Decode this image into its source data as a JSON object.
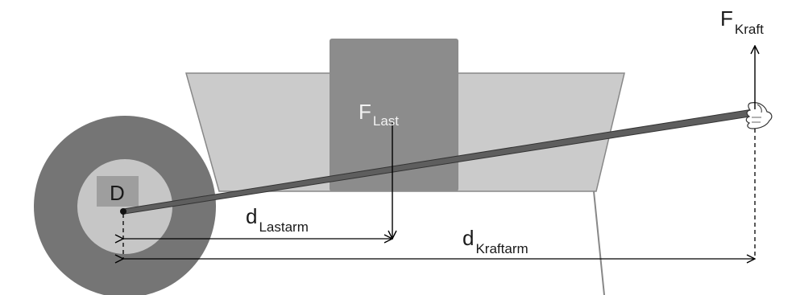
{
  "labels": {
    "pivot": "D",
    "force_load": {
      "main": "F",
      "sub": "Last"
    },
    "force_effort": {
      "main": "F",
      "sub": "Kraft"
    },
    "load_arm": {
      "main": "d",
      "sub": "Lastarm"
    },
    "effort_arm": {
      "main": "d",
      "sub": "Kraftarm"
    }
  },
  "colors": {
    "wheel_outer": "#757575",
    "wheel_inner": "#c6c6c6",
    "tray": "#cbcbcb",
    "load_block": "#8c8c8c",
    "handle": "#5e5e5e",
    "line": "#000000"
  }
}
